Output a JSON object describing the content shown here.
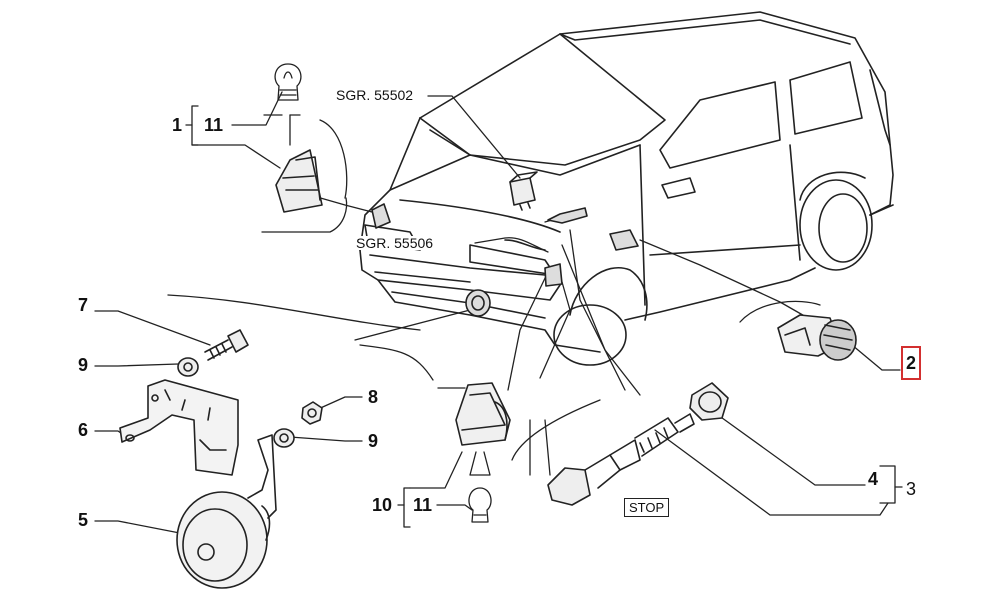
{
  "labels": {
    "l1": "1",
    "l11a": "11",
    "l7": "7",
    "l9a": "9",
    "l6": "6",
    "l5": "5",
    "l8": "8",
    "l9b": "9",
    "l10": "10",
    "l11b": "11",
    "l2": "2",
    "l4": "4",
    "l3": "3"
  },
  "refs": {
    "sgr1": "SGR. 55502",
    "sgr2": "SGR. 55506"
  },
  "stop_text": "STOP",
  "highlight_color": "#d32f2f",
  "highlighted_part": "2"
}
